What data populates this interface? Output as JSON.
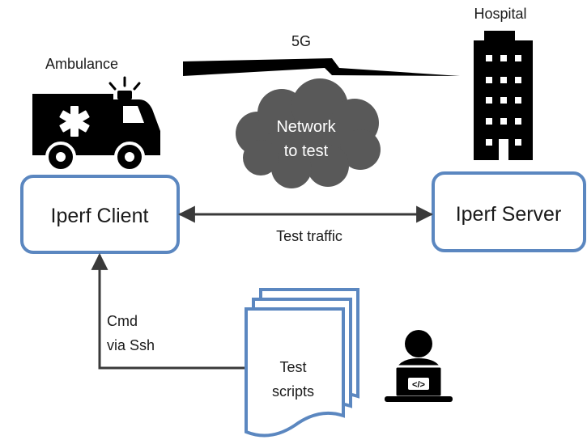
{
  "ambulance": {
    "label": "Ambulance"
  },
  "hospital": {
    "label": "Hospital"
  },
  "link": {
    "label": "5G"
  },
  "cloud": {
    "line1": "Network",
    "line2": "to test"
  },
  "client": {
    "label": "Iperf Client"
  },
  "server": {
    "label": "Iperf Server"
  },
  "traffic": {
    "label": "Test traffic"
  },
  "command": {
    "line1": "Cmd",
    "line2": "via Ssh"
  },
  "scripts": {
    "line1": "Test",
    "line2": "scripts"
  },
  "colors": {
    "box_border": "#5b87c0",
    "arrow": "#3a3a3a",
    "cloud_fill": "#595959",
    "icon_fill": "#000000"
  }
}
